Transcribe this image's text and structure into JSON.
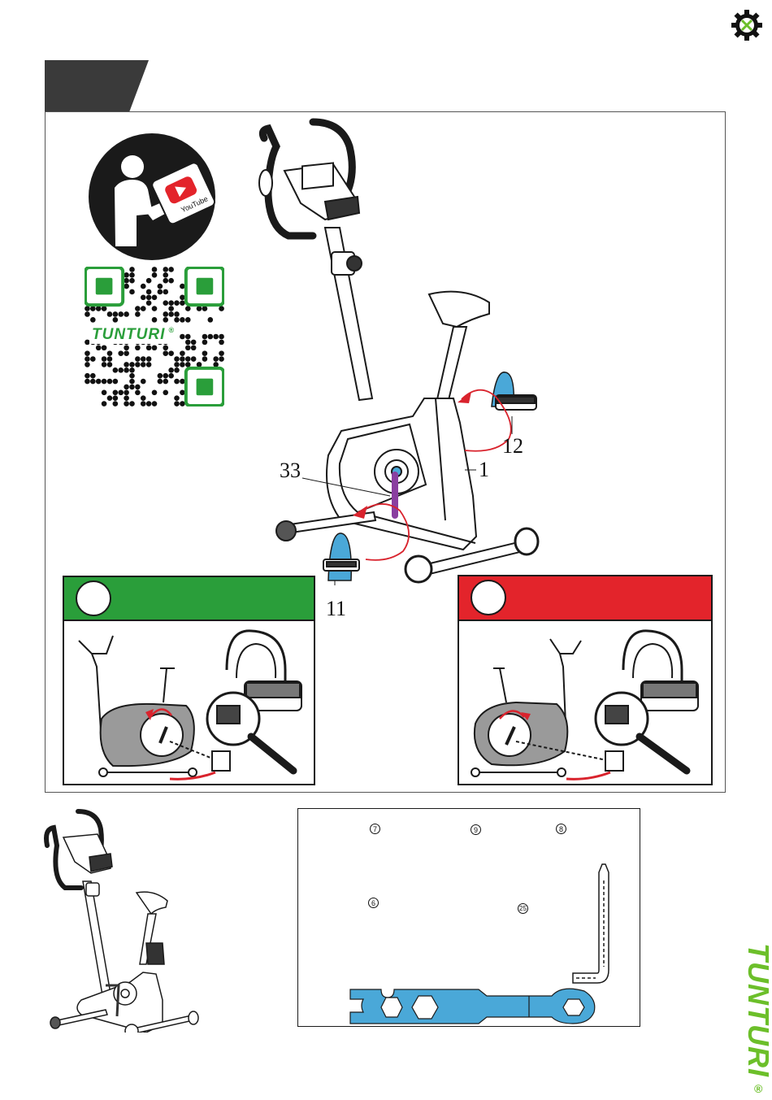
{
  "brand": {
    "name": "TUNTURI",
    "reg_mark": "®",
    "green": "#2a9e3a",
    "lime": "#6cbf2a"
  },
  "header": {
    "step_tab_color": "#3a3a3a"
  },
  "video_badge": {
    "icon": "person-reading-tablet-icon",
    "tablet_label": "YouTube"
  },
  "qr": {
    "brand_text": "TUNTURI",
    "reg_mark": "®"
  },
  "main_figure": {
    "callouts": {
      "pedal_right": "12",
      "frame": "1",
      "crank": "33",
      "pedal_left": "11"
    },
    "arrow_color": "#d9232d",
    "pedal_color": "#4aa8d8",
    "crank_color": "#8a3fa0"
  },
  "panels": {
    "correct": {
      "color": "#2a9e3a",
      "indicator": "check"
    },
    "wrong": {
      "color": "#e3242b",
      "indicator": "cross"
    }
  },
  "parts_box": {
    "numbers": [
      "7",
      "9",
      "8",
      "6",
      "25"
    ],
    "wrench_color": "#4aa8d8"
  },
  "corner_icon": "gear-wrench-screwdriver-icon"
}
